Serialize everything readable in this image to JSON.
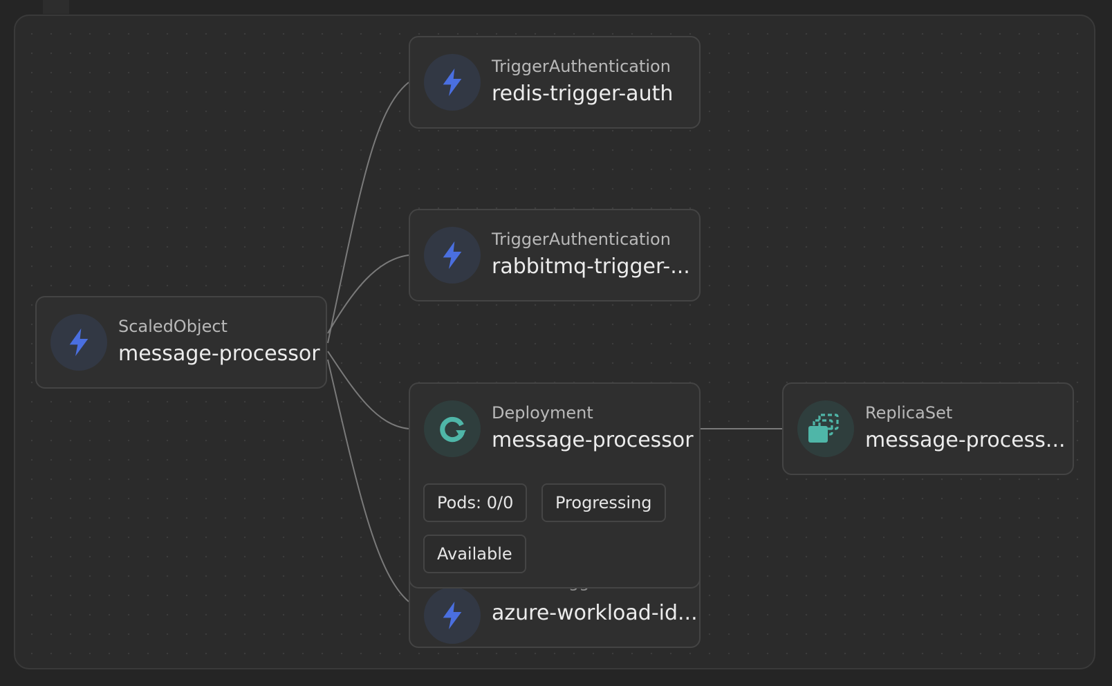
{
  "nodes": {
    "scaled_object": {
      "kind": "ScaledObject",
      "name": "message-processor",
      "icon": "bolt-icon"
    },
    "trigger_auth_redis": {
      "kind": "TriggerAuthentication",
      "name": "redis-trigger-auth",
      "icon": "bolt-icon"
    },
    "trigger_auth_rabbitmq": {
      "kind": "TriggerAuthentication",
      "name": "rabbitmq-trigger-...",
      "icon": "bolt-icon"
    },
    "cluster_trigger_auth": {
      "kind": "ClusterTriggerAuthentic",
      "name": "azure-workload-id...",
      "icon": "bolt-icon"
    },
    "deployment": {
      "kind": "Deployment",
      "name": "message-processor",
      "icon": "refresh-icon",
      "chips": {
        "pods": "Pods: 0/0",
        "progressing": "Progressing",
        "available": "Available"
      }
    },
    "replicaset": {
      "kind": "ReplicaSet",
      "name": "message-process...",
      "icon": "replicaset-icon"
    }
  },
  "colors": {
    "bolt": "#4a6fe0",
    "teal": "#4fb6a8",
    "edge": "#7a7a7a"
  }
}
